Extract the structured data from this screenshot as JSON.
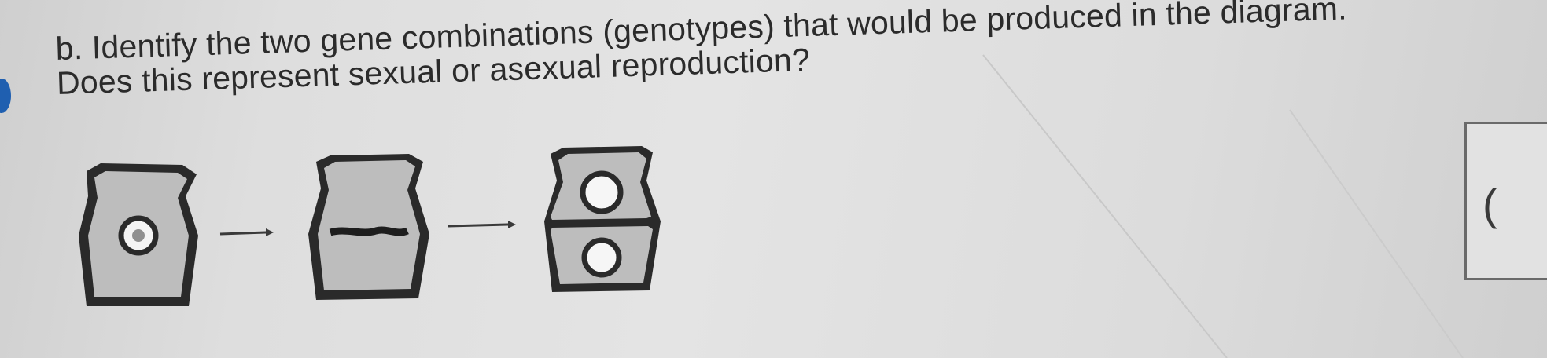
{
  "question": {
    "line1": "b. Identify the two gene combinations (genotypes) that would be produced in the diagram.",
    "line2": "Does this represent sexual or asexual reproduction?"
  },
  "diagram": {
    "stages": [
      "cell-with-nucleus",
      "cell-with-aligned-chromosomes",
      "two-daughter-cells"
    ],
    "arrows": 2
  },
  "answer_box": {
    "visible_text": "("
  }
}
